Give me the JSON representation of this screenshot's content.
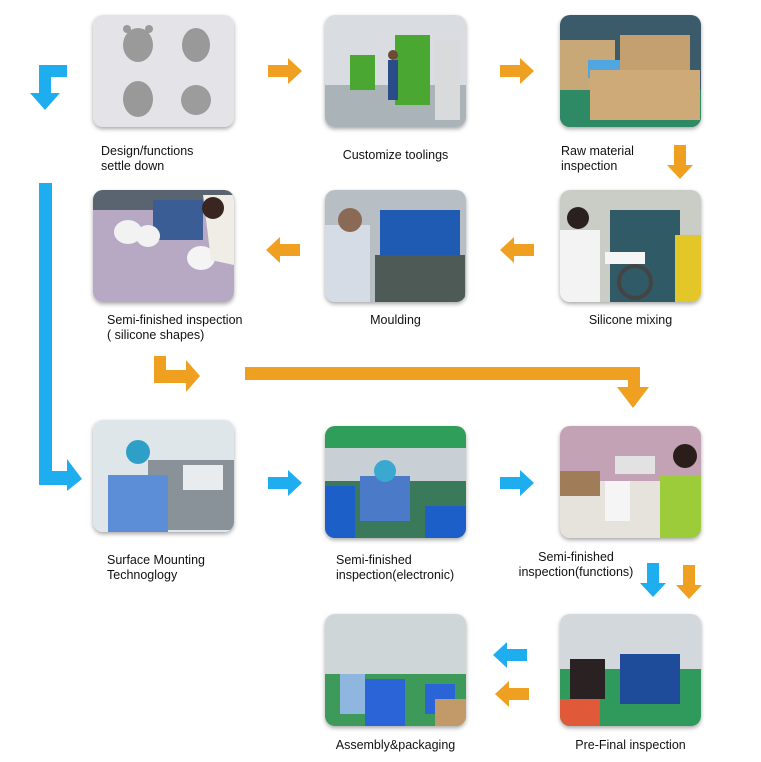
{
  "colors": {
    "orange": "#F0A020",
    "blue": "#1EAEF0"
  },
  "steps": [
    {
      "id": "design",
      "label_lines": [
        "Design/functions",
        "settle down"
      ],
      "image": "bear-silicone-design-sketches"
    },
    {
      "id": "tooling",
      "label_lines": [
        "Customize toolings"
      ],
      "image": "green-cnc-machines-workers"
    },
    {
      "id": "raw",
      "label_lines": [
        "Raw material",
        "inspection"
      ],
      "image": "cardboard-boxes-warehouse"
    },
    {
      "id": "silicone-mixing",
      "label_lines": [
        "Silicone mixing"
      ],
      "image": "worker-at-mixing-mill"
    },
    {
      "id": "moulding",
      "label_lines": [
        "Moulding"
      ],
      "image": "worker-at-blue-press"
    },
    {
      "id": "semi-silicone",
      "label_lines": [
        "Semi-finished inspection",
        "( silicone shapes)"
      ],
      "image": "white-bunny-shapes-on-table"
    },
    {
      "id": "smt",
      "label_lines": [
        "Surface Mounting",
        "Technoglogy"
      ],
      "image": "worker-at-smt-line"
    },
    {
      "id": "semi-electronic",
      "label_lines": [
        "Semi-finished",
        "inspection(electronic)"
      ],
      "image": "assembly-line-workers-caps"
    },
    {
      "id": "semi-functions",
      "label_lines": [
        "Semi-finished",
        "inspection(functions)"
      ],
      "image": "testing-white-units"
    },
    {
      "id": "pre-final",
      "label_lines": [
        "Pre-Final inspection"
      ],
      "image": "factory-floor-blue-crates"
    },
    {
      "id": "assembly",
      "label_lines": [
        "Assembly&packaging"
      ],
      "image": "packaging-line-blue-bins"
    }
  ],
  "arrows": [
    {
      "name": "arrow-start-down-left",
      "color": "blue",
      "direction": "down"
    },
    {
      "name": "arrow-design-to-tooling",
      "color": "orange",
      "direction": "right"
    },
    {
      "name": "arrow-tooling-to-raw",
      "color": "orange",
      "direction": "right"
    },
    {
      "name": "arrow-raw-to-mixing",
      "color": "orange",
      "direction": "down"
    },
    {
      "name": "arrow-mixing-to-moulding",
      "color": "orange",
      "direction": "left"
    },
    {
      "name": "arrow-moulding-to-semi",
      "color": "orange",
      "direction": "left"
    },
    {
      "name": "arrow-semi-to-functions",
      "color": "orange",
      "direction": "right-then-down"
    },
    {
      "name": "arrow-blue-line-to-smt",
      "color": "blue",
      "direction": "down-then-right"
    },
    {
      "name": "arrow-smt-to-electronic",
      "color": "blue",
      "direction": "right"
    },
    {
      "name": "arrow-electronic-to-functions",
      "color": "blue",
      "direction": "right"
    },
    {
      "name": "arrow-functions-down-blue",
      "color": "blue",
      "direction": "down"
    },
    {
      "name": "arrow-functions-down-orange",
      "color": "orange",
      "direction": "down"
    },
    {
      "name": "arrow-prefinal-to-assembly-blue",
      "color": "blue",
      "direction": "left"
    },
    {
      "name": "arrow-prefinal-to-assembly-orange",
      "color": "orange",
      "direction": "left"
    }
  ]
}
